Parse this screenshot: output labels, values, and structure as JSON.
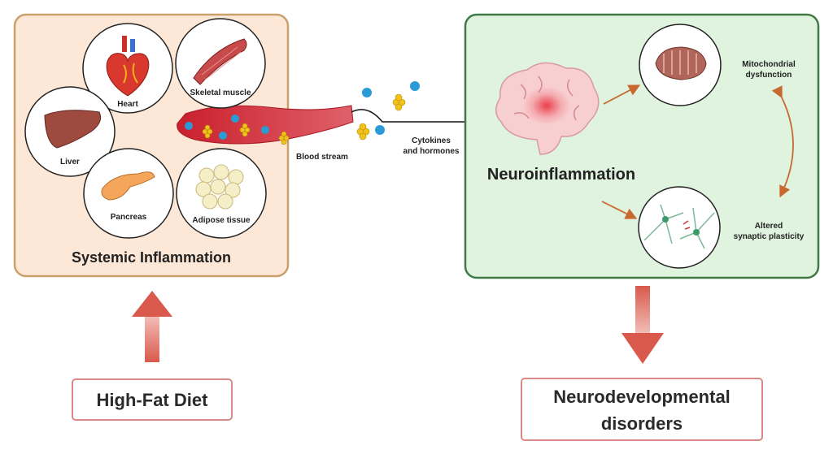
{
  "left_panel": {
    "title": "Systemic Inflammation",
    "fill": "#fde8d8",
    "border": "#c9a06a",
    "organs": {
      "heart": "Heart",
      "skeletal_muscle": "Skeletal muscle",
      "liver": "Liver",
      "pancreas": "Pancreas",
      "adipose": "Adipose tissue"
    },
    "blood_stream": "Blood stream"
  },
  "middle": {
    "cytokines_line1": "Cytokines",
    "cytokines_line2": "and hormones"
  },
  "right_panel": {
    "title": "Neuroinflammation",
    "fill": "#dff3df",
    "border": "#3f7a47",
    "mito_line1": "Mitochondrial",
    "mito_line2": "dysfunction",
    "synaptic_line1": "Altered",
    "synaptic_line2": "synaptic plasticity"
  },
  "bottom_left": {
    "label": "High-Fat Diet"
  },
  "bottom_right": {
    "line1": "Neurodevelopmental",
    "line2": "disorders"
  },
  "colors": {
    "arrow": "#d9594c",
    "box_border": "#d98a86"
  }
}
